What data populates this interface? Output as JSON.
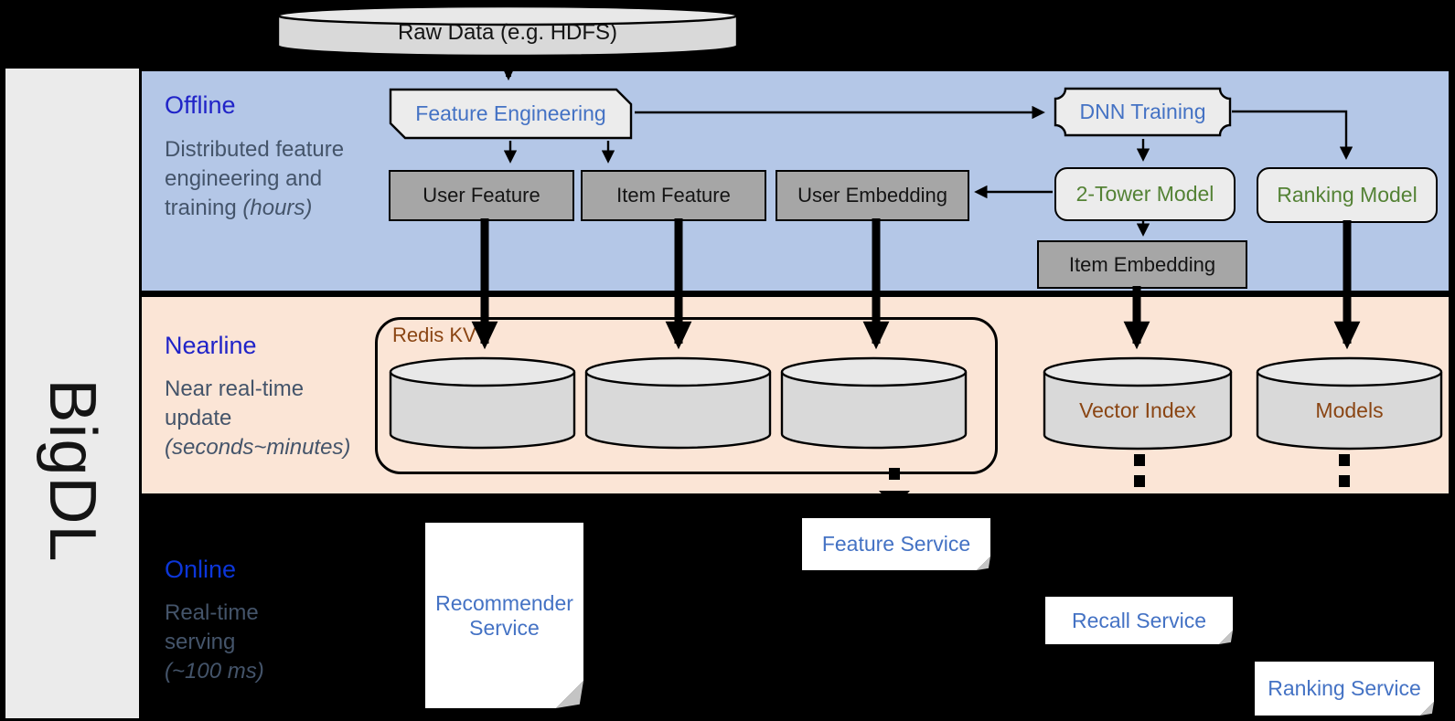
{
  "brand": {
    "label": "BigDL"
  },
  "data_source": {
    "label": "Raw Data (e.g. HDFS)"
  },
  "sections": {
    "offline": {
      "title": "Offline",
      "description": "Distributed feature engineering and training",
      "description_note": "(hours)"
    },
    "nearline": {
      "title": "Nearline",
      "description": "Near real-time update",
      "description_note": "(seconds~minutes)"
    },
    "online": {
      "title": "Online",
      "description": "Real-time serving",
      "description_note": "(~100 ms)"
    }
  },
  "nodes": {
    "feature_engineering": {
      "label": "Feature Engineering"
    },
    "dnn_training": {
      "label": "DNN Training"
    },
    "user_feature": {
      "label": "User Feature"
    },
    "item_feature": {
      "label": "Item Feature"
    },
    "user_embedding": {
      "label": "User Embedding"
    },
    "two_tower_model": {
      "label": "2-Tower Model"
    },
    "ranking_model": {
      "label": "Ranking Model"
    },
    "item_embedding": {
      "label": "Item Embedding"
    },
    "redis_kv": {
      "label": "Redis KV"
    },
    "vector_index": {
      "label": "Vector Index"
    },
    "models": {
      "label": "Models"
    },
    "recommender_service": {
      "label": "Recommender Service"
    },
    "feature_service": {
      "label": "Feature Service"
    },
    "recall_service": {
      "label": "Recall Service"
    },
    "ranking_service": {
      "label": "Ranking Service"
    }
  },
  "colors": {
    "background": "#000000",
    "sidebar_fill": "#ebebeb",
    "offline_band": "#b4c7e7",
    "nearline_band": "#fbe5d6",
    "section_title_blue": "#2023c8",
    "online_title_blue": "#0c36d9",
    "description_gray": "#44546a",
    "node_label_blue": "#4472c4",
    "model_label_green": "#548235",
    "storage_label_brown": "#8a4513",
    "gray_box_fill": "#a6a6a6",
    "light_box_fill": "#ececec",
    "cylinder_fill": "#d9d9d9"
  }
}
